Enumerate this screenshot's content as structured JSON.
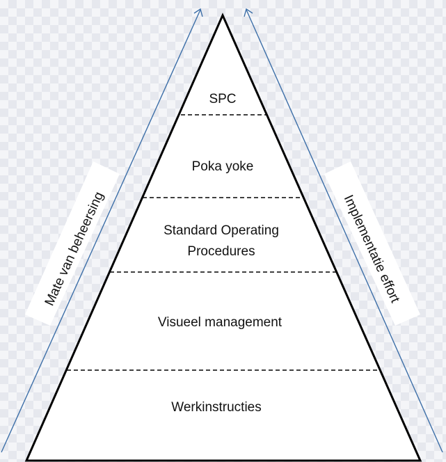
{
  "pyramid": {
    "levels": [
      {
        "lines": [
          "SPC"
        ]
      },
      {
        "lines": [
          "Poka yoke"
        ]
      },
      {
        "lines": [
          "Standard Operating",
          "Procedures"
        ]
      },
      {
        "lines": [
          "Visueel management"
        ]
      },
      {
        "lines": [
          "Werkinstructies"
        ]
      }
    ]
  },
  "left_axis": {
    "label": "Mate van beheersing"
  },
  "right_axis": {
    "label": "Implementatie effort"
  },
  "colors": {
    "pyramid_fill": "#ffffff",
    "pyramid_stroke": "#000000",
    "arrow": "#3d6fa8",
    "text": "#111111"
  }
}
